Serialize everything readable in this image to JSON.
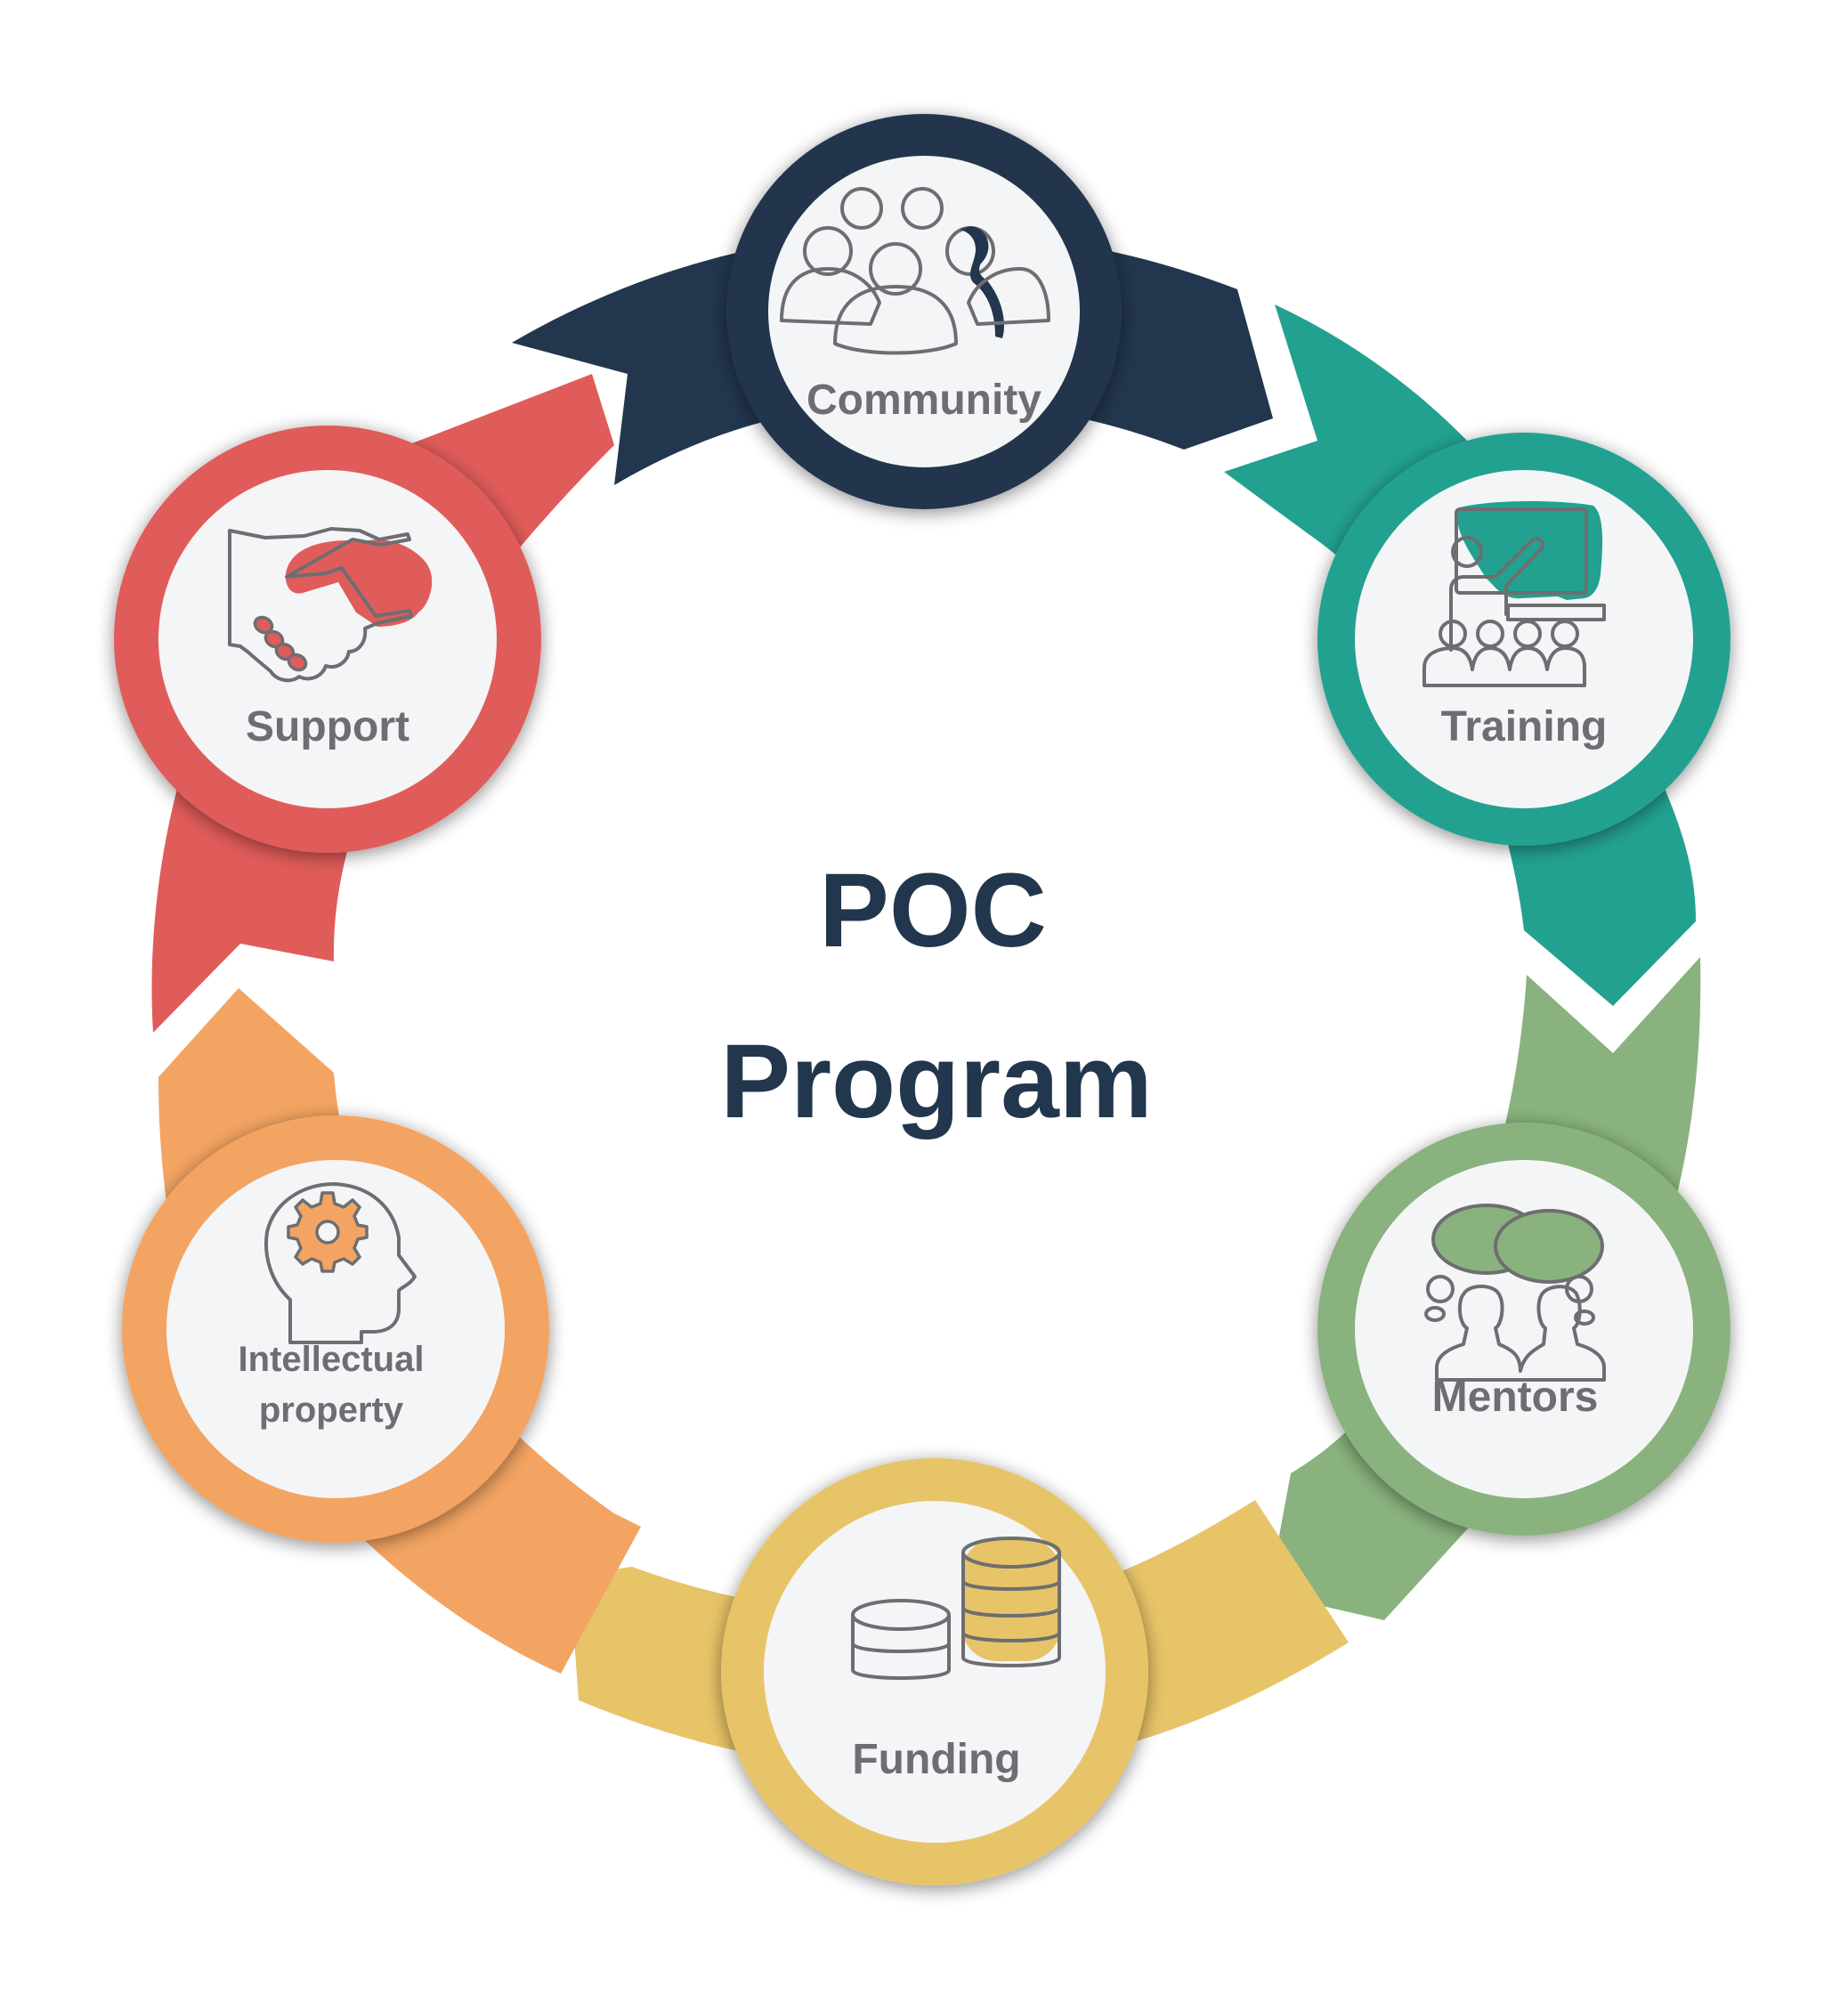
{
  "title": {
    "line1": "POC",
    "line2": "Program",
    "color": "#22364d"
  },
  "cycle": [
    {
      "id": "community",
      "label": "Community",
      "icon": "people-group-icon",
      "color": "#22364d"
    },
    {
      "id": "training",
      "label": "Training",
      "icon": "presentation-teacher-icon",
      "color": "#23a190"
    },
    {
      "id": "mentors",
      "label": "Mentors",
      "icon": "conversation-people-icon",
      "color": "#89b27e"
    },
    {
      "id": "funding",
      "label": "Funding",
      "icon": "coin-stacks-icon",
      "color": "#e8c468"
    },
    {
      "id": "ip",
      "label_line1": "Intellectual",
      "label_line2": "property",
      "icon": "head-gear-icon",
      "color": "#f3a462"
    },
    {
      "id": "support",
      "label": "Support",
      "icon": "handshake-icon",
      "color": "#e05c5a"
    }
  ],
  "node_fill": "#f4f5f7",
  "label_color": "#6d6e71"
}
